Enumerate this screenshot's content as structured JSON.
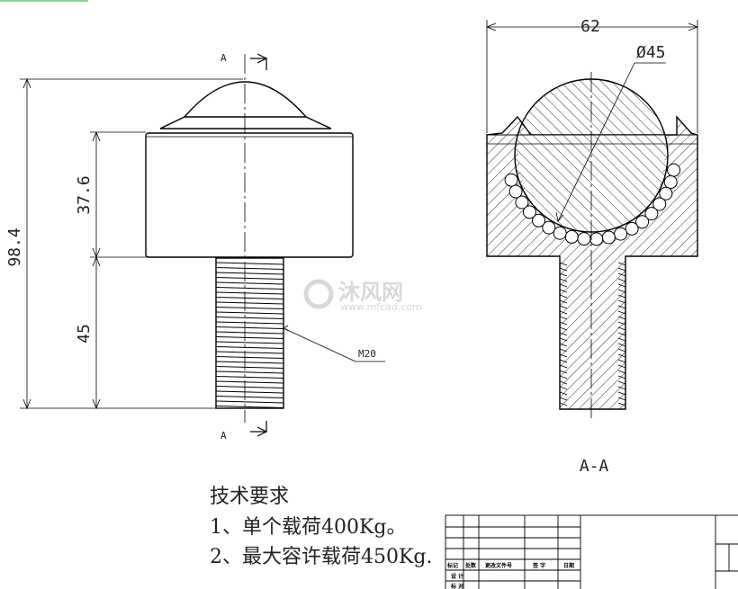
{
  "drawing": {
    "dimensions": {
      "overall_height": "98.4",
      "body_height": "37.6",
      "stud_length": "45",
      "thread": "M20",
      "outer_diameter": "62",
      "ball_diameter": "Ø45"
    },
    "section_markers": {
      "top": "A",
      "bottom": "A",
      "view_label": "A-A"
    }
  },
  "notes": {
    "title": "技术要求",
    "items": [
      "1、单个载荷400Kg。",
      "2、最大容许载荷450Kg."
    ]
  },
  "title_block": {
    "row1": [
      "标记",
      "处数",
      "更改文件号",
      "签 字",
      "日期"
    ],
    "row2": "设 计",
    "row3": "标 对"
  },
  "watermark": {
    "name": "沐风网",
    "url": "www.mfcad.com"
  },
  "colors": {
    "line": "#000000",
    "watermark": "#d9d9d9"
  }
}
